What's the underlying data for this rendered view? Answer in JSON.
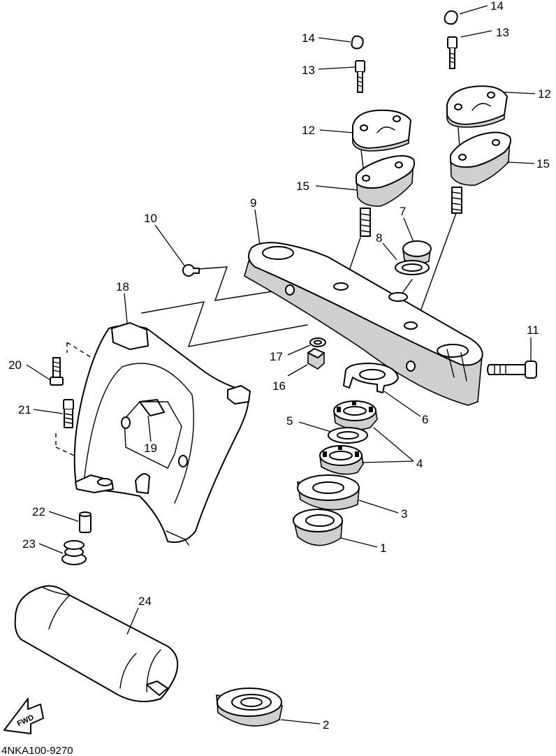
{
  "diagram_code": "4NKA100-9270",
  "fwd_label": "FWD",
  "callouts": [
    "1",
    "2",
    "3",
    "4",
    "4",
    "5",
    "6",
    "7",
    "8",
    "9",
    "10",
    "11",
    "12",
    "12",
    "13",
    "13",
    "14",
    "14",
    "15",
    "15",
    "16",
    "17",
    "18",
    "19",
    "20",
    "21",
    "22",
    "23",
    "24"
  ]
}
